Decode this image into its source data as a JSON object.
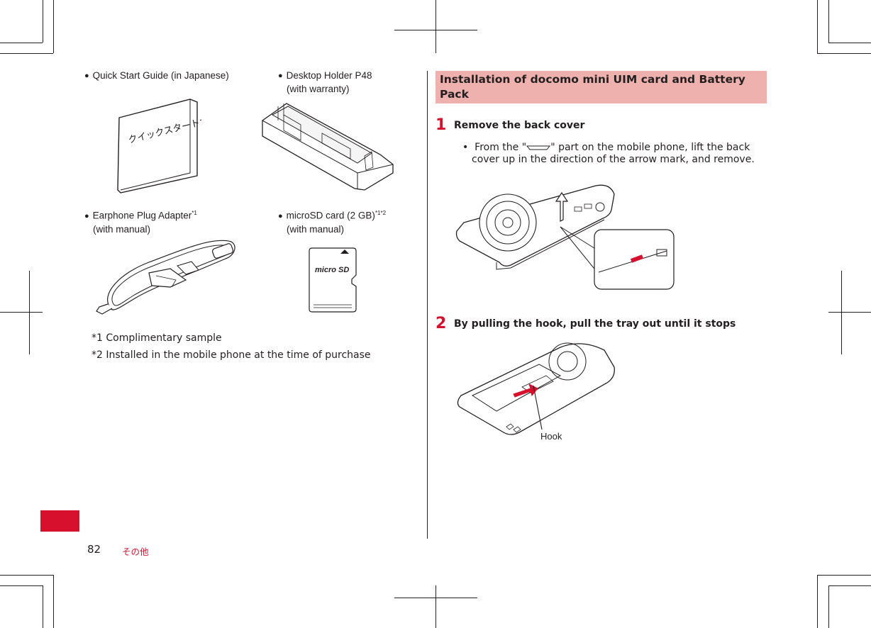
{
  "accessories": {
    "quick_start": "Quick Start Guide (in Japanese)",
    "booklet_title": "クイックスタートガイド",
    "desktop_holder": "Desktop Holder P48",
    "desktop_holder_sub": "(with warranty)",
    "earphone": "Earphone Plug Adapter",
    "earphone_mark": "*1",
    "earphone_sub": "(with manual)",
    "microsd": "microSD card (2 GB)",
    "microsd_mark": "*1*2",
    "microsd_sub": "(with manual)",
    "microsd_logo": "micro SD"
  },
  "notes": [
    {
      "mark": "*1",
      "text": "Complimentary sample"
    },
    {
      "mark": "*2",
      "text": "Installed in the mobile phone at the time of purchase"
    }
  ],
  "section": {
    "title": "Installation of docomo mini UIM card and Battery Pack"
  },
  "steps": [
    {
      "number": "1",
      "title": "Remove the back cover",
      "desc_a": "From the \"",
      "desc_b": "\" part on the mobile phone, lift the back",
      "desc_c": "cover up in the direction of the arrow mark, and remove."
    },
    {
      "number": "2",
      "title": "By pulling the hook, pull the tray out until it stops",
      "hook_label": "Hook"
    }
  ],
  "footer": {
    "page_number": "82",
    "chapter": "その他",
    "tab_color": "#d7102e"
  },
  "colors": {
    "accent_red": "#d7102e",
    "section_bg": "#efb1ad"
  }
}
